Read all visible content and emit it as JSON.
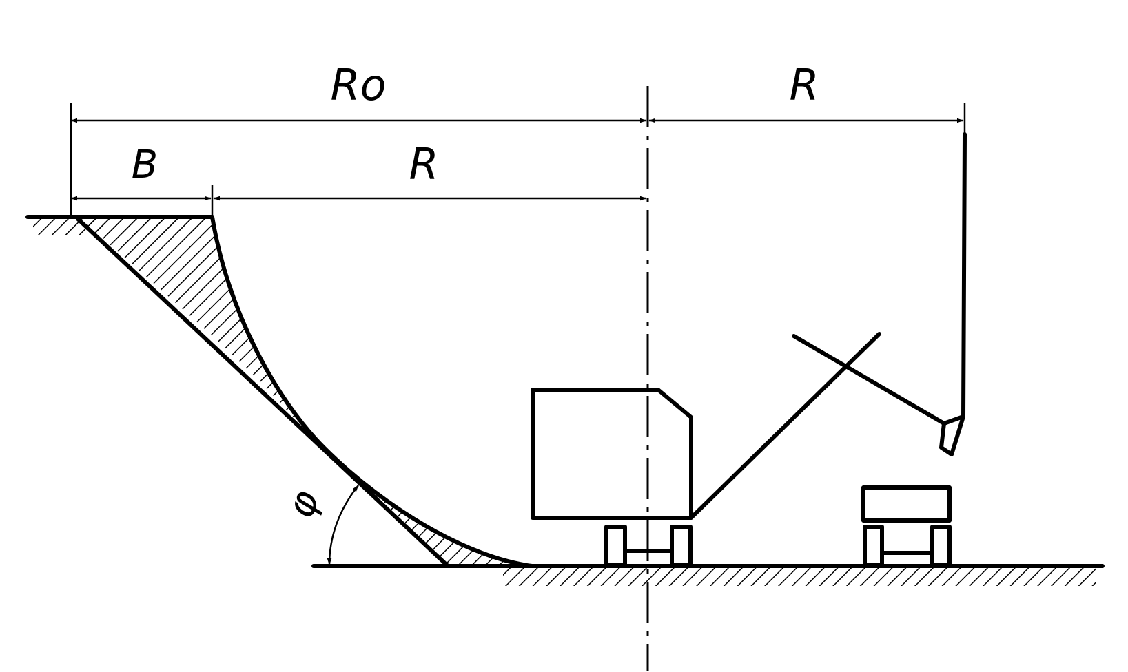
{
  "diagram": {
    "labels": {
      "outer_radius": "Ro",
      "radius_upper": "R",
      "radius_lower": "R",
      "offset": "B",
      "angle": "φ"
    },
    "colors": {
      "line": "#000000",
      "background": "#ffffff"
    }
  }
}
